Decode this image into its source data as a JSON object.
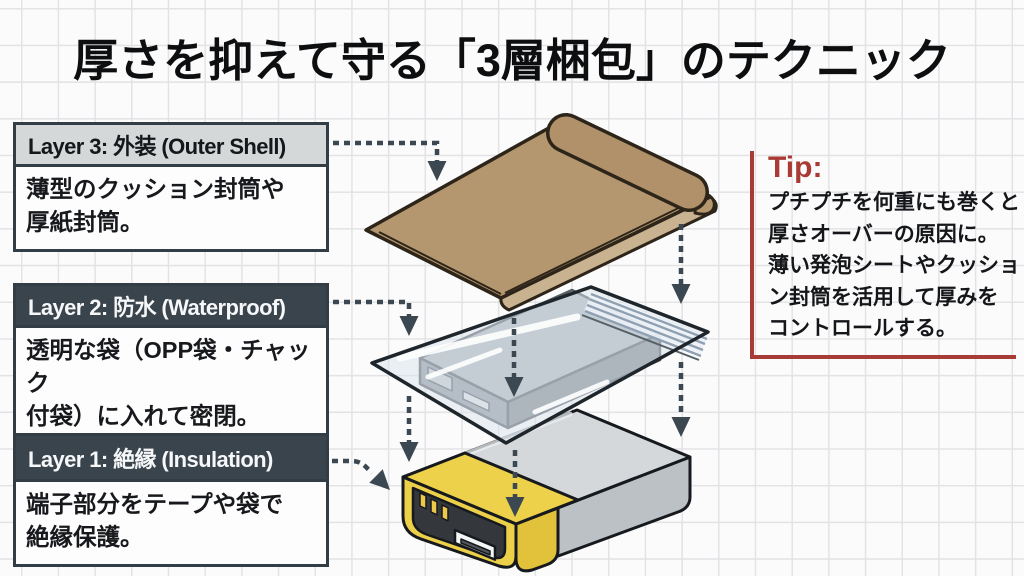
{
  "title": "厚さを抑えて守る「3層梱包」のテクニック",
  "layers": [
    {
      "header": "Layer 3: 外装 (Outer Shell)",
      "body": "薄型のクッション封筒や\n厚紙封筒。",
      "style": "light"
    },
    {
      "header": "Layer 2: 防水 (Waterproof)",
      "body": "透明な袋（OPP袋・チャック\n付袋）に入れて密閉。",
      "style": "dark"
    },
    {
      "header": "Layer 1: 絶縁 (Insulation)",
      "body": "端子部分をテープや袋で\n絶縁保護。",
      "style": "dark"
    }
  ],
  "tip": {
    "label": "Tip:",
    "body": "プチプチを何重にも巻くと\n厚さオーバーの原因に。\n薄い発泡シートやクッショ\nン封筒を活用して厚みを\nコントロールする。"
  },
  "illustration": {
    "items": [
      {
        "name": "kraft-envelope-icon",
        "meaning": "outer shell layer"
      },
      {
        "name": "zip-bag-icon",
        "meaning": "waterproof layer"
      },
      {
        "name": "power-bank-icon",
        "meaning": "insulated device"
      },
      {
        "name": "dashed-arrow-icon",
        "meaning": "stacking order arrows"
      }
    ]
  },
  "colors": {
    "accent_red": "#a93b36",
    "dark_slate": "#3a444d",
    "header_light": "#d4d8d8",
    "kraft_tan": "#b5976f",
    "bag_tint": "#d9e3ec",
    "powerbank_yellow": "#edd14b",
    "arrow_slate": "#3b4751",
    "grid_line": "#e3e3e6"
  }
}
